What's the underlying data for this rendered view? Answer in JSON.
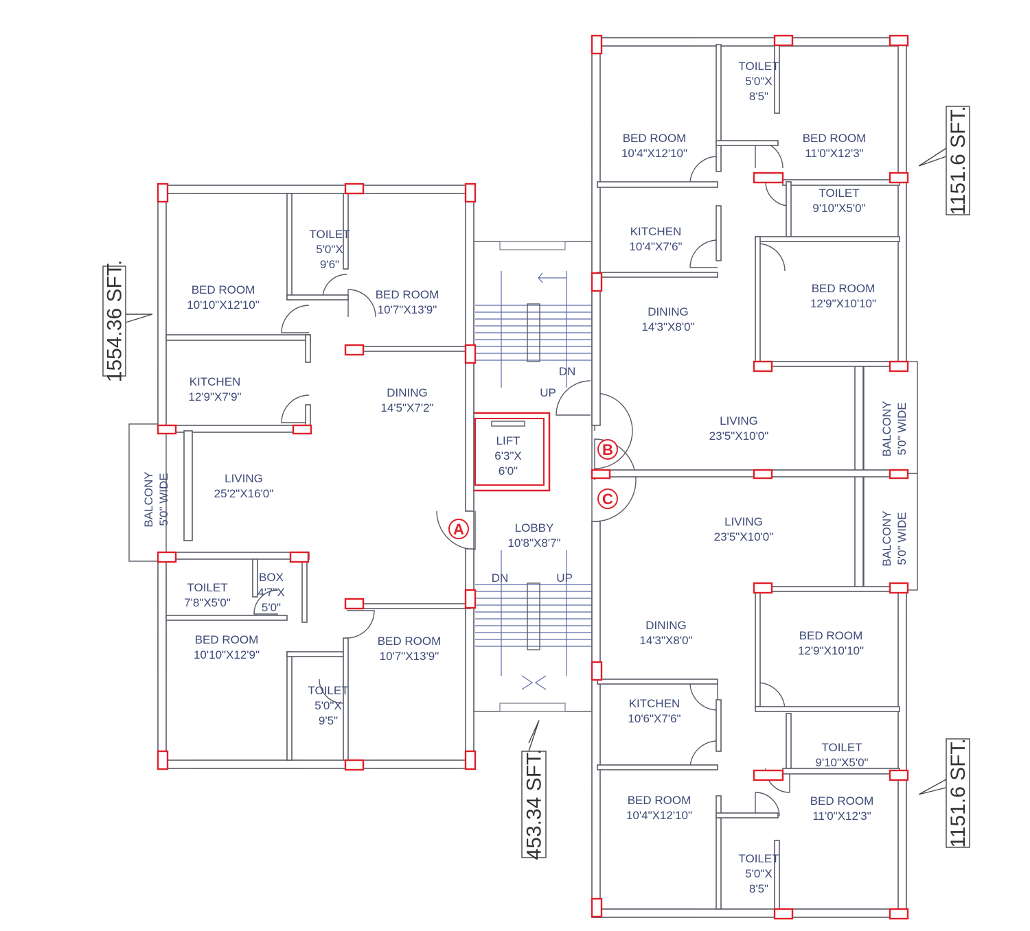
{
  "rooms": [
    {
      "lines": [
        "BED  ROOM",
        "10'10\"X12'10\""
      ]
    },
    {
      "lines": [
        "TOILET",
        "5'0\"X",
        "9'6\""
      ]
    },
    {
      "lines": [
        "BED  ROOM",
        "10'7\"X13'9\""
      ]
    },
    {
      "lines": [
        "KITCHEN",
        "12'9\"X7'9\""
      ]
    },
    {
      "lines": [
        "DINING",
        "14'5\"X7'2\""
      ]
    },
    {
      "lines": [
        "LIVING",
        "25'2\"X16'0\""
      ]
    },
    {
      "lines": [
        "BALCONY",
        "5'0\" WIDE"
      ]
    },
    {
      "lines": [
        "TOILET",
        "7'8\"X5'0\""
      ]
    },
    {
      "lines": [
        "BOX",
        "4'7\"X",
        "5'0\""
      ]
    },
    {
      "lines": [
        "BED  ROOM",
        "10'10\"X12'9\""
      ]
    },
    {
      "lines": [
        "TOILET",
        "5'0\"X",
        "9'5\""
      ]
    },
    {
      "lines": [
        "BED  ROOM",
        "10'7\"X13'9\""
      ]
    },
    {
      "lines": [
        "LIFT",
        "6'3\"X",
        "6'0\""
      ]
    },
    {
      "lines": [
        "LOBBY",
        "10'8\"X8'7\""
      ]
    },
    {
      "lines": [
        "BED  ROOM",
        "10'4\"X12'10\""
      ]
    },
    {
      "lines": [
        "TOILET",
        "5'0\"X",
        "8'5\""
      ]
    },
    {
      "lines": [
        "BED  ROOM",
        "11'0\"X12'3\""
      ]
    },
    {
      "lines": [
        "TOILET",
        "9'10\"X5'0\""
      ]
    },
    {
      "lines": [
        "KITCHEN",
        "10'4\"X7'6\""
      ]
    },
    {
      "lines": [
        "BED  ROOM",
        "12'9\"X10'10\""
      ]
    },
    {
      "lines": [
        "DINING",
        "14'3\"X8'0\""
      ]
    },
    {
      "lines": [
        "LIVING",
        "23'5\"X10'0\""
      ]
    },
    {
      "lines": [
        "BALCONY",
        "5'0\" WIDE"
      ]
    },
    {
      "lines": [
        "LIVING",
        "23'5\"X10'0\""
      ]
    },
    {
      "lines": [
        "BALCONY",
        "5'0\" WIDE"
      ]
    },
    {
      "lines": [
        "DINING",
        "14'3\"X8'0\""
      ]
    },
    {
      "lines": [
        "BED  ROOM",
        "12'9\"X10'10\""
      ]
    },
    {
      "lines": [
        "KITCHEN",
        "10'6\"X7'6\""
      ]
    },
    {
      "lines": [
        "TOILET",
        "9'10\"X5'0\""
      ]
    },
    {
      "lines": [
        "BED  ROOM",
        "10'4\"X12'10\""
      ]
    },
    {
      "lines": [
        "BED  ROOM",
        "11'0\"X12'3\""
      ]
    },
    {
      "lines": [
        "TOILET",
        "5'0\"X",
        "8'5\""
      ]
    }
  ],
  "stair_labels": [
    "DN",
    "UP",
    "DN",
    "UP"
  ],
  "flat_markers": [
    "A",
    "B",
    "C"
  ],
  "area_tags": [
    "1554.36 SFT.",
    "1151.6 SFT.",
    "1151.6 SFT.",
    "453.34 SFT."
  ],
  "colors": {
    "column": "#e0202a",
    "text": "#3e4a78",
    "wall": "#5a5a66"
  }
}
